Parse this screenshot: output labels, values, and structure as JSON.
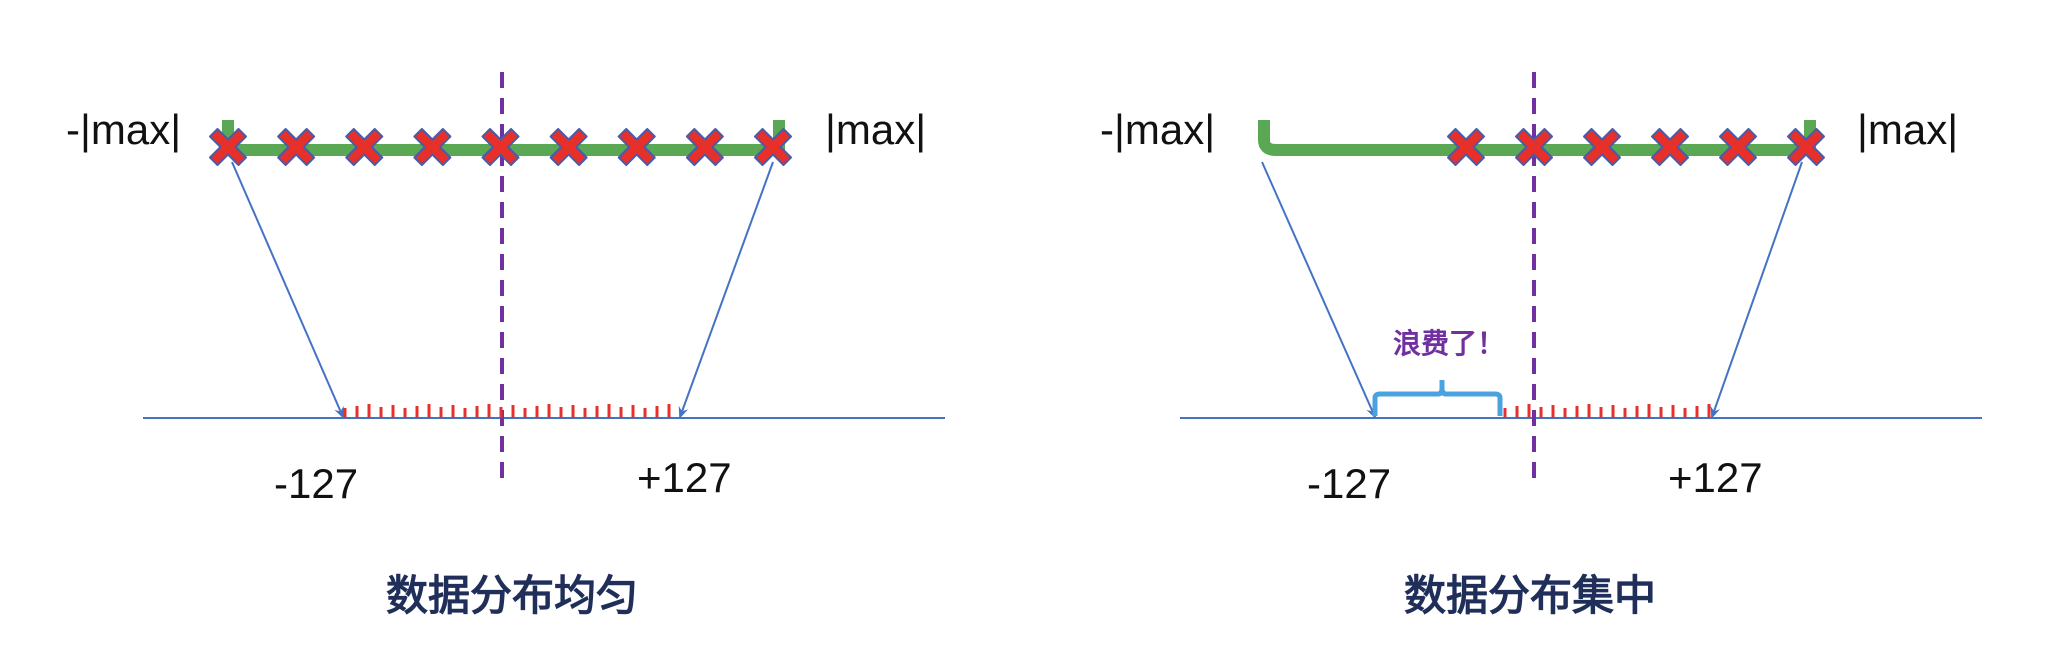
{
  "colors": {
    "range_bar": "#5aa854",
    "cross_fill": "#e8302b",
    "cross_outline": "#4a5ba8",
    "arrow": "#4472c4",
    "axis": "#4472c4",
    "center_dash": "#7030a0",
    "ticks": "#e8302b",
    "brace": "#4aa3df",
    "title": "#1f2f5a",
    "waste_text": "#7030a0"
  },
  "panels": [
    {
      "id": "uniform",
      "neg_max_label": "-|max|",
      "pos_max_label": "|max|",
      "neg_127_label": "-127",
      "pos_127_label": "+127",
      "title": "数据分布均匀",
      "cross_count": 9
    },
    {
      "id": "concentrated",
      "neg_max_label": "-|max|",
      "pos_max_label": "|max|",
      "neg_127_label": "-127",
      "pos_127_label": "+127",
      "title": "数据分布集中",
      "cross_count": 6,
      "waste_label": "浪费了！"
    }
  ]
}
